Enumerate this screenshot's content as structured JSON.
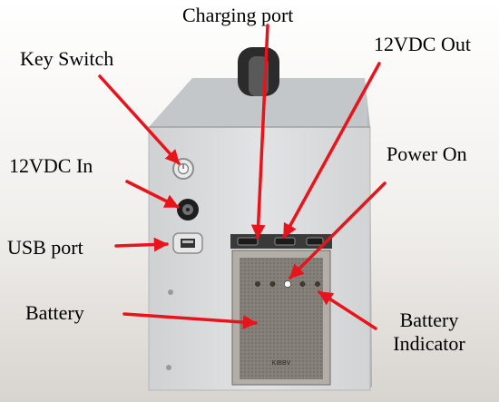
{
  "labels": {
    "charging_port": "Charging port",
    "key_switch": "Key Switch",
    "out_12vdc": "12VDC Out",
    "in_12vdc": "12VDC In",
    "power_on": "Power On",
    "usb_port": "USB port",
    "battery": "Battery",
    "battery_indicator_line1": "Battery",
    "battery_indicator_line2": "Indicator"
  },
  "device": {
    "panel_marking": "KIBBV",
    "indicator_led_count": 5
  },
  "colors": {
    "arrow": "#e8131b",
    "text": "#000000",
    "background": "#ffffff",
    "housing_front": "#d9d9d9",
    "housing_top": "#c4c7ca",
    "handle": "#2b2b2b",
    "panel": "#8a847c"
  }
}
